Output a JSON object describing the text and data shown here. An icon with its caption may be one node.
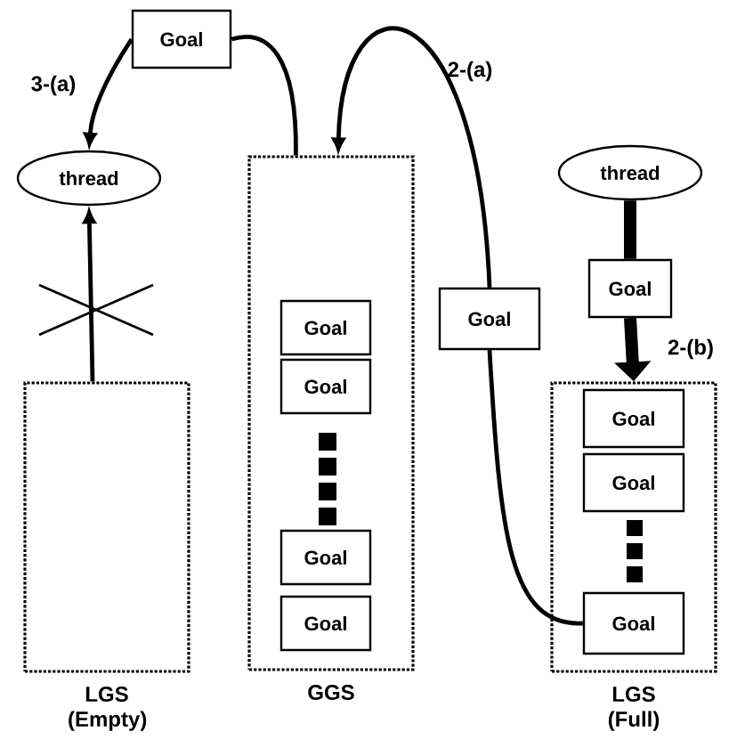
{
  "diagram": {
    "nodes": [
      {
        "text": [],
        "shape": "box",
        "beside": [
          "LGS (Empty)"
        ]
      },
      {
        "text": [
          "thread"
        ]
      },
      {
        "text": [
          "Goal"
        ]
      },
      {
        "text": [],
        "shape": "box",
        "beside": [
          "GGS"
        ]
      },
      {
        "text": [
          "Goal"
        ],
        "in": 3
      },
      {
        "text": [
          "Goal"
        ],
        "in": 3
      },
      {
        "text": [
          "Goal"
        ],
        "in": 3
      },
      {
        "text": [
          "Goal"
        ],
        "in": 3
      },
      {
        "text": [
          "Goal"
        ]
      },
      {
        "text": [
          "thread"
        ]
      },
      {
        "text": [
          "Goal"
        ]
      },
      {
        "text": [],
        "shape": "box",
        "beside": [
          "LGS (Full)"
        ]
      },
      {
        "text": [
          "Goal"
        ],
        "in": 11
      },
      {
        "text": [
          "Goal"
        ],
        "in": 11
      },
      {
        "text": [
          "Goal"
        ],
        "in": 11
      }
    ],
    "edges": [
      {
        "from": 3,
        "to": 2,
        "arrow": "none"
      },
      {
        "from": 2,
        "to": 1,
        "arrow": "to",
        "label": "3-(a)"
      },
      {
        "from": 0,
        "to": 1,
        "arrow": "to"
      },
      {
        "from": 14,
        "to": 8,
        "arrow": "none"
      },
      {
        "from": 8,
        "to": 3,
        "arrow": "to",
        "label": "2-(a)"
      },
      {
        "from": 9,
        "to": 10,
        "arrow": "none",
        "style": "thick"
      },
      {
        "from": 10,
        "to": 11,
        "arrow": "to",
        "style": "thick",
        "label": "2-(b)"
      }
    ]
  }
}
